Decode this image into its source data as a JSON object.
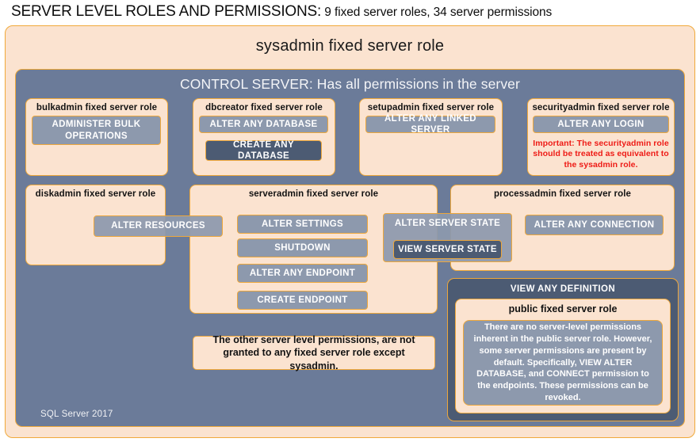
{
  "title": {
    "main": "SERVER LEVEL ROLES AND PERMISSIONS:",
    "sub": " 9 fixed server roles, 34 server permissions"
  },
  "diagram": {
    "sysadmin_label": "sysadmin fixed server role",
    "control_server_label": "CONTROL SERVER: Has all permissions in the server",
    "sql_version": "SQL Server 2017",
    "note": "The other server level permissions, are not granted to any fixed server role except sysadmin.",
    "roles": [
      {
        "name": "bulkadmin-role",
        "title": "bulkadmin fixed server role",
        "permissions": [
          {
            "name": "administer-bulk-operations",
            "label": "ADMINISTER  BULK OPERATIONS",
            "style": "light"
          }
        ]
      },
      {
        "name": "dbcreator-role",
        "title": "dbcreator fixed server role",
        "permissions": [
          {
            "name": "alter-any-database",
            "label": "ALTER ANY DATABASE",
            "style": "light"
          },
          {
            "name": "create-any-database",
            "label": "CREATE  ANY DATABASE",
            "style": "dark"
          }
        ]
      },
      {
        "name": "setupadmin-role",
        "title": "setupadmin fixed server role",
        "permissions": [
          {
            "name": "alter-any-linked-server",
            "label": "ALTER ANY LINKED SERVER",
            "style": "light"
          }
        ]
      },
      {
        "name": "securityadmin-role",
        "title": "securityadmin fixed server role",
        "permissions": [
          {
            "name": "alter-any-login",
            "label": "ALTER ANY LOGIN",
            "style": "light"
          }
        ],
        "warning": "Important:  The securityadmin role should  be treated  as equivalent to the  sysadmin role."
      },
      {
        "name": "diskadmin-role",
        "title": "diskadmin fixed server role",
        "permissions": [
          {
            "name": "alter-resources",
            "label": "ALTER RESOURCES",
            "style": "light"
          }
        ]
      },
      {
        "name": "serveradmin-role",
        "title": "serveradmin fixed server role",
        "permissions": [
          {
            "name": "alter-settings",
            "label": "ALTER SETTINGS",
            "style": "light"
          },
          {
            "name": "shutdown",
            "label": "SHUTDOWN",
            "style": "light"
          },
          {
            "name": "alter-any-endpoint",
            "label": "ALTER ANY ENDPOINT",
            "style": "light"
          },
          {
            "name": "create-endpoint",
            "label": "CREATE  ENDPOINT",
            "style": "light"
          },
          {
            "name": "alter-server-state",
            "label": "ALTER SERVER  STATE",
            "style": "light"
          },
          {
            "name": "view-server-state",
            "label": "VIEW SERVER  STATE",
            "style": "dark"
          }
        ]
      },
      {
        "name": "processadmin-role",
        "title": "processadmin fixed server role",
        "permissions": [
          {
            "name": "alter-any-connection",
            "label": "ALTER ANY CONNECTION",
            "style": "light"
          }
        ]
      }
    ],
    "public_group": {
      "view_any_definition_label": "VIEW ANY DEFINITION",
      "public_role_label": "public fixed server role",
      "public_description": "There are no server-level permissions inherent in the public server role. However, some server permissions are present by default. Specifically, VIEW ALTER DATABASE, and CONNECT permission to the endpoints. These permissions can be revoked."
    }
  },
  "colors": {
    "cream": "#fbe3d0",
    "gold_border": "#f0a93a",
    "slate": "#6b7b99",
    "slate_dark": "#4c5b73",
    "chip": "#8d99ad",
    "warning_red": "#ee1b16",
    "text_dark": "#131313",
    "text_light": "#ffffff"
  }
}
